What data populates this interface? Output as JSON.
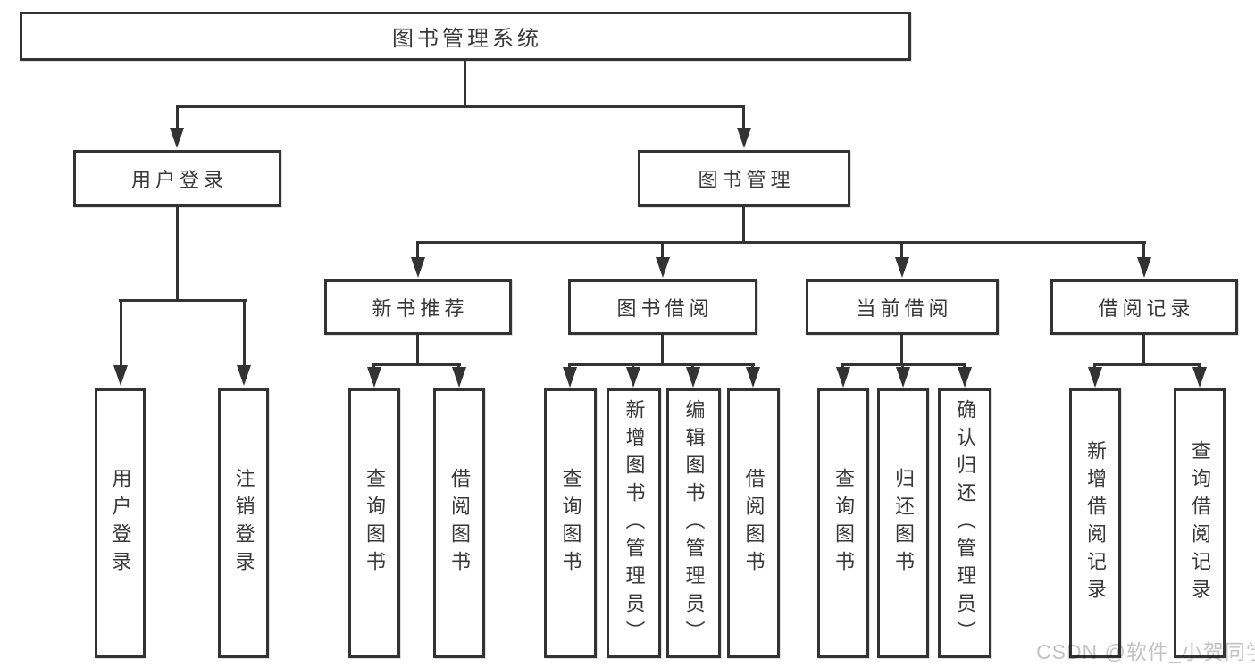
{
  "diagram": {
    "tree": {
      "root": {
        "label": "图书管理系统",
        "children": [
          {
            "label": "用户登录",
            "children": [
              {
                "label": "用户登录"
              },
              {
                "label": "注销登录"
              }
            ]
          },
          {
            "label": "图书管理",
            "children": [
              {
                "label": "新书推荐",
                "children": [
                  {
                    "label": "查询图书"
                  },
                  {
                    "label": "借阅图书"
                  }
                ]
              },
              {
                "label": "图书借阅",
                "children": [
                  {
                    "label": "查询图书"
                  },
                  {
                    "label": "新增图书（管理员）"
                  },
                  {
                    "label": "编辑图书（管理员）"
                  },
                  {
                    "label": "借阅图书"
                  }
                ]
              },
              {
                "label": "当前借阅",
                "children": [
                  {
                    "label": "查询图书"
                  },
                  {
                    "label": "归还图书"
                  },
                  {
                    "label": "确认归还（管理员）"
                  }
                ]
              },
              {
                "label": "借阅记录",
                "children": [
                  {
                    "label": "新增借阅记录"
                  },
                  {
                    "label": "查询借阅记录"
                  }
                ]
              }
            ]
          }
        ]
      }
    },
    "watermark": "CSDN @软件_小贺同学",
    "colors": {
      "line": "#333333",
      "text": "#383838",
      "watermark": "#c3c3c3",
      "background": "#ffffff"
    }
  }
}
